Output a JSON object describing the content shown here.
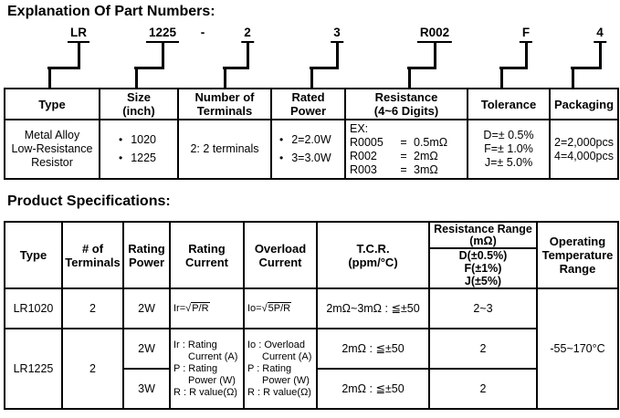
{
  "explanation": {
    "title": "Explanation Of Part Numbers:",
    "part_codes": [
      "LR",
      "1225",
      "-",
      "2",
      "3",
      "R002",
      "F",
      "4"
    ],
    "bullet": "•",
    "table": {
      "headers": [
        "Type",
        "Size\n(inch)",
        "Number of\nTerminals",
        "Rated\nPower",
        "Resistance\n(4~6 Digits)",
        "Tolerance",
        "Packaging"
      ],
      "row": {
        "type": "Metal Alloy\nLow-Resistance\nResistor",
        "size_options": [
          "1020",
          "1225"
        ],
        "terminals": "2: 2 terminals",
        "power_options": [
          "2=2.0W",
          "3=3.0W"
        ],
        "resistance_example_label": "EX:",
        "resistance_examples": [
          {
            "code": "R0005",
            "eq": "=",
            "value": "0.5mΩ"
          },
          {
            "code": "R002",
            "eq": "=",
            "value": "2mΩ"
          },
          {
            "code": "R003",
            "eq": "=",
            "value": "3mΩ"
          }
        ],
        "tolerance": "D=± 0.5%\nF=± 1.0%\nJ=± 5.0%",
        "packaging": "2=2,000pcs\n4=4,000pcs"
      }
    }
  },
  "specifications": {
    "title": "Product Specifications:",
    "table": {
      "headers": {
        "type": "Type",
        "terminals": "# of\nTerminals",
        "rating_power": "Rating\nPower",
        "rating_current": "Rating\nCurrent",
        "overload_current": "Overload\nCurrent",
        "tcr": "T.C.R.\n(ppm/°C)",
        "resistance_range": "Resistance Range\n(mΩ)",
        "resistance_range_tolerances": "D(±0.5%)\nF(±1%)\nJ(±5%)",
        "operating": "Operating\nTemperature\nRange"
      },
      "formulas": {
        "rating": {
          "prefix": "Ir=",
          "sqrt": "√",
          "radicand": "P/R"
        },
        "overload": {
          "prefix": "Io=",
          "sqrt": "√",
          "radicand": "5P/R"
        }
      },
      "legends": {
        "rating": [
          "Ir : Rating",
          "Current (A)",
          "P : Rating",
          "Power (W)",
          "R : R value(Ω)"
        ],
        "overload": [
          "Io : Overload",
          "Current (A)",
          "P : Rating",
          "Power (W)",
          "R : R value(Ω)"
        ]
      },
      "rows": {
        "lr1020": {
          "type": "LR1020",
          "terminals": "2",
          "power": "2W",
          "tcr": "2mΩ~3mΩ : ≦±50",
          "range": "2~3"
        },
        "lr1225": {
          "type": "LR1225",
          "terminals": "2",
          "variants": [
            {
              "power": "2W",
              "tcr": "2mΩ : ≦±50",
              "range": "2"
            },
            {
              "power": "3W",
              "tcr": "2mΩ : ≦±50",
              "range": "2"
            }
          ]
        },
        "operating_temperature": "-55~170°C"
      }
    }
  }
}
